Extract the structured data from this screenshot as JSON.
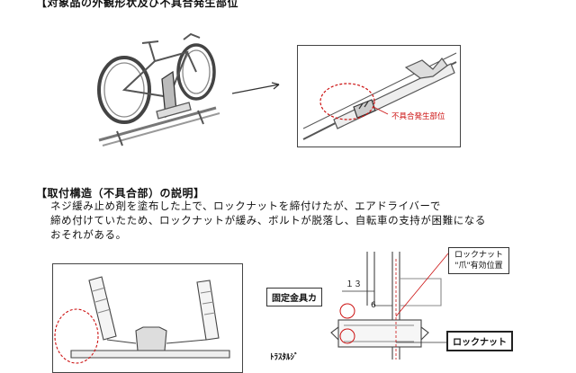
{
  "section1": {
    "heading": "【対象品の外観形状及び不具合発生部位"
  },
  "detail_image": {
    "defect_label": "不具合発生部位"
  },
  "section2": {
    "heading": "【取付構造（不具合部）の説明】",
    "lines": [
      "ネジ緩み止め剤を塗布した上で、ロックナットを締付けたが、エアドライバーで",
      "締め付けていたため、ロックナットが緩み、ボルトが脱落し、自転車の支持が困難になる",
      "おそれがある。"
    ]
  },
  "bottom_diagram": {
    "lock_nut_claw_label_line1": "ロックナット",
    "lock_nut_claw_label_line2": "\"爪\"有効位置",
    "fixing_bracket_label": "固定金具カ",
    "lock_nut_label": "ロックナット",
    "bracket_partial_label": "ﾄﾗｽﾀﾙｼﾞ",
    "dimension_13": "１３",
    "dimension_6": "6"
  }
}
